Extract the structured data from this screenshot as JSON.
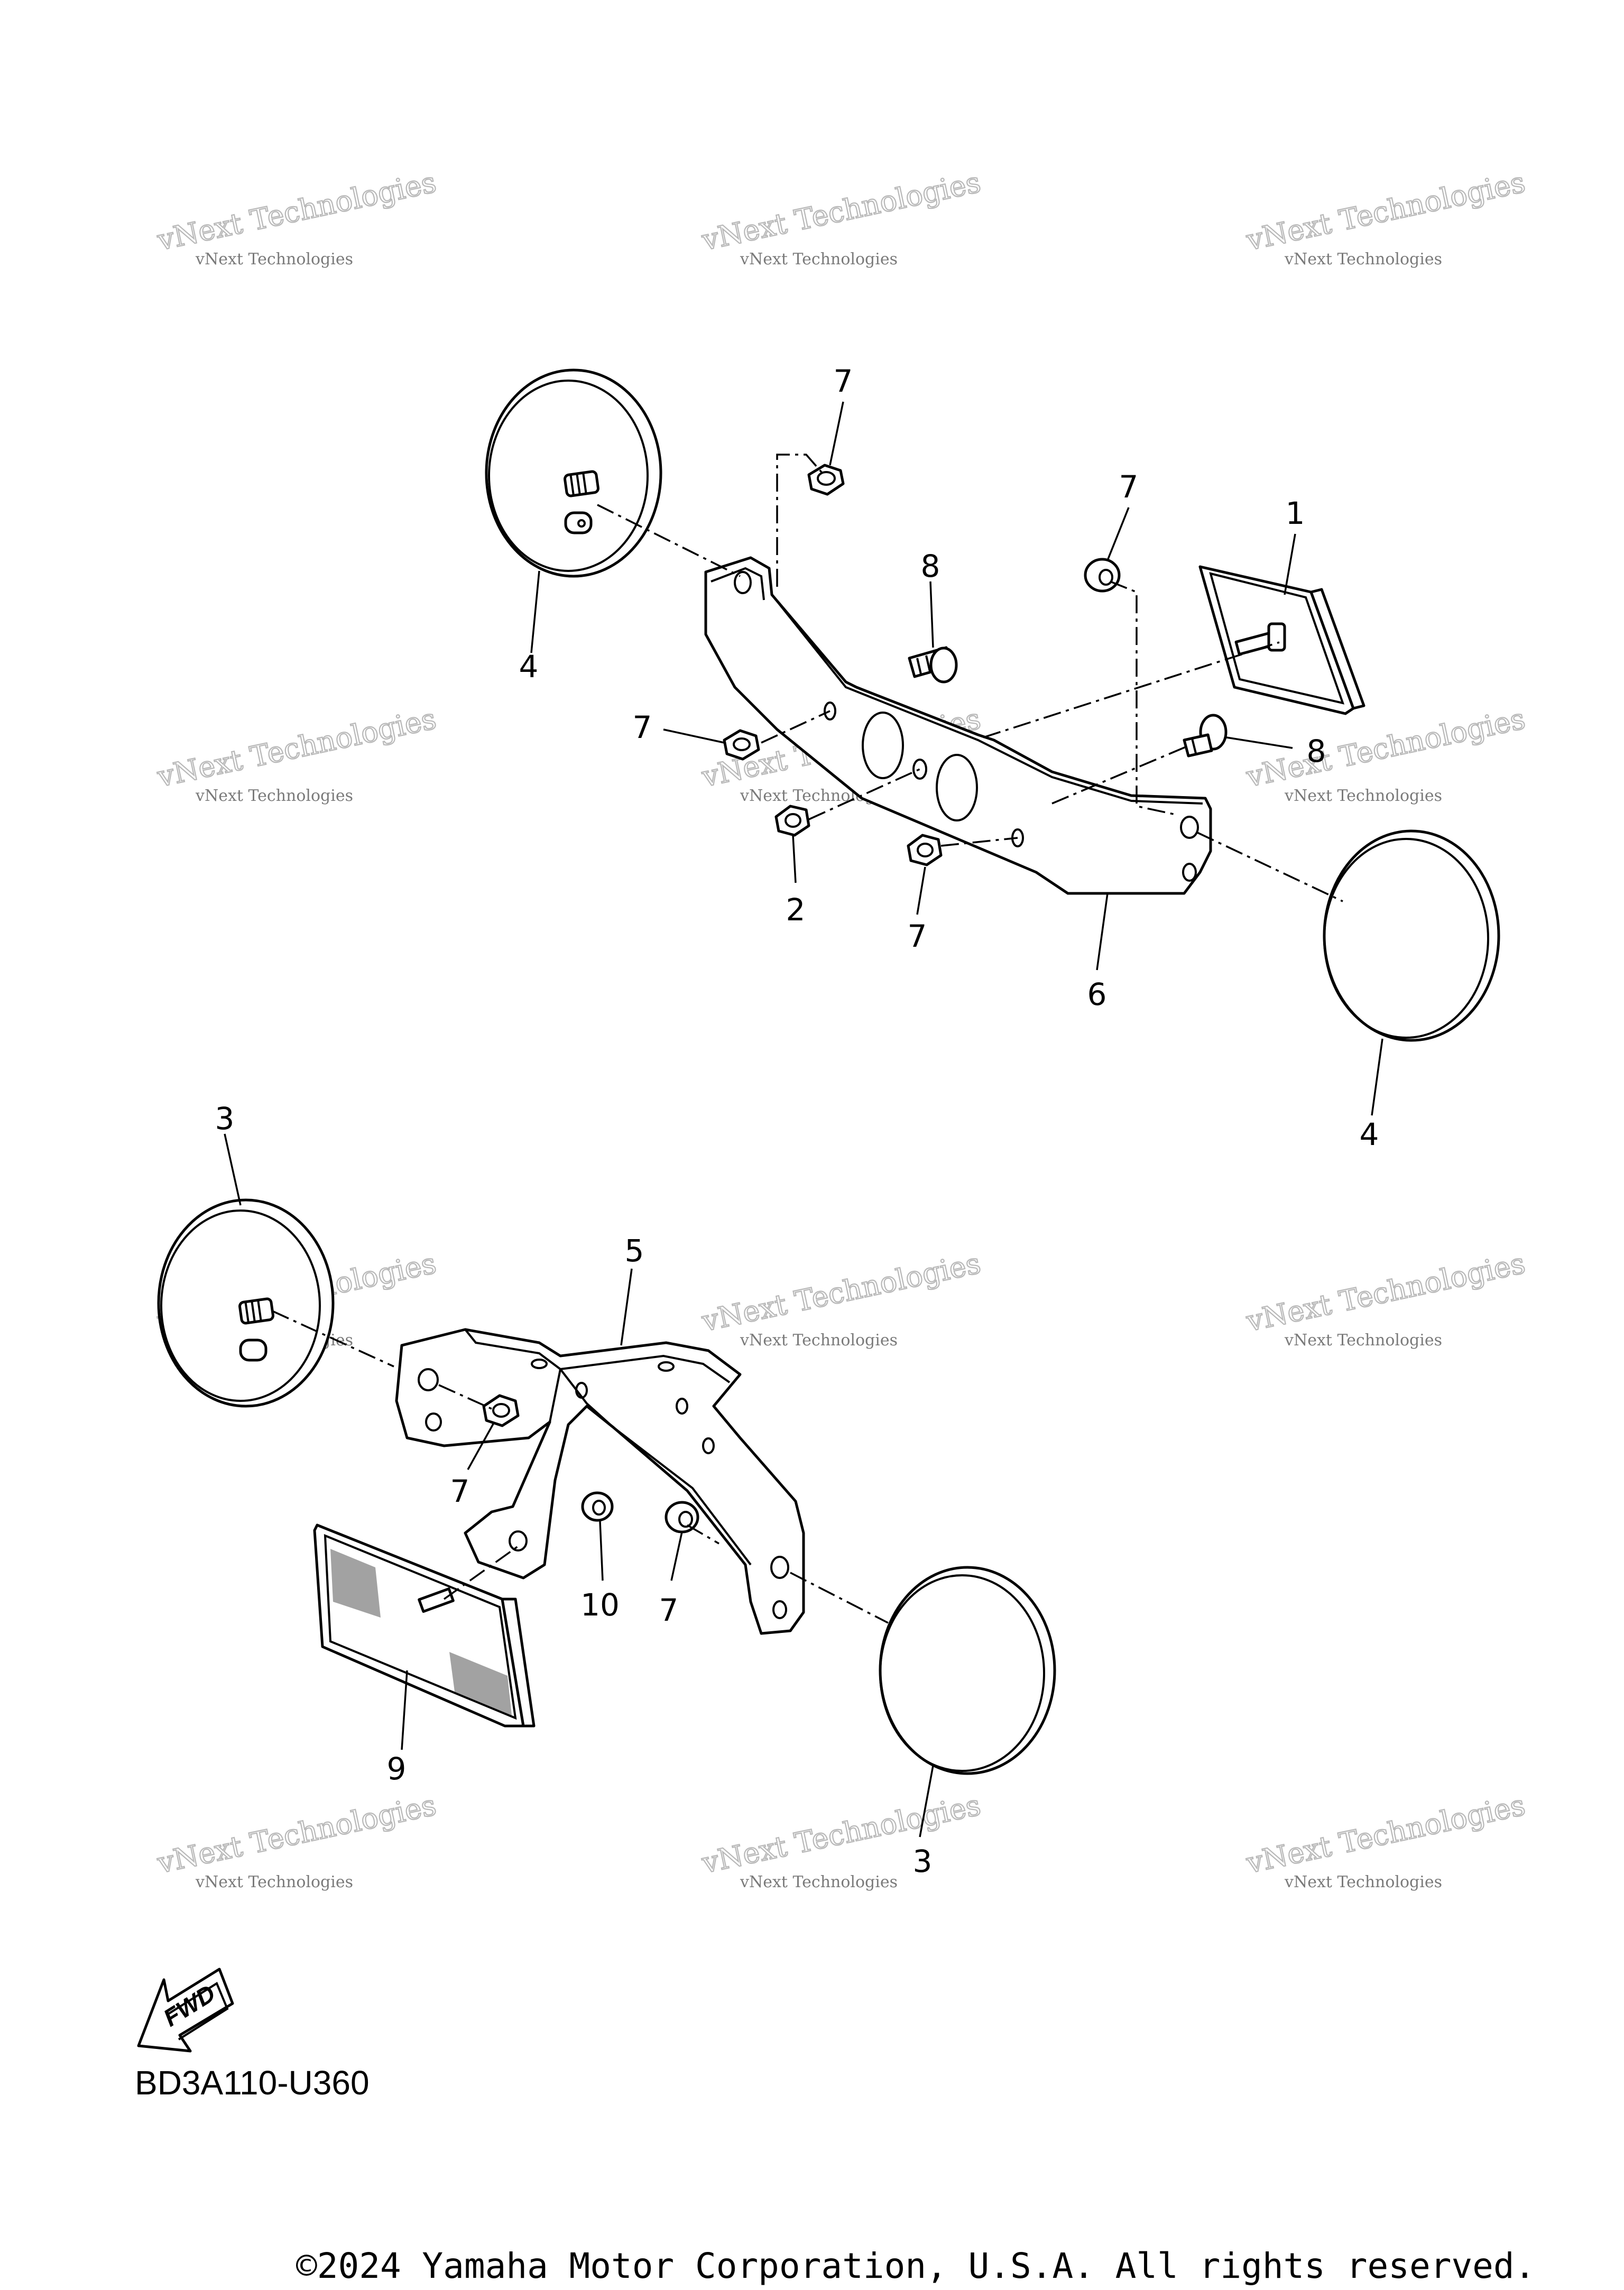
{
  "watermark": {
    "small_text": "vNext Technologies",
    "large_text": "vNext Technologies"
  },
  "callouts": [
    {
      "id": "c1",
      "label": "1"
    },
    {
      "id": "c2",
      "label": "2"
    },
    {
      "id": "c3a",
      "label": "3"
    },
    {
      "id": "c3b",
      "label": "3"
    },
    {
      "id": "c4a",
      "label": "4"
    },
    {
      "id": "c4b",
      "label": "4"
    },
    {
      "id": "c5",
      "label": "5"
    },
    {
      "id": "c6",
      "label": "6"
    },
    {
      "id": "c7a",
      "label": "7"
    },
    {
      "id": "c7b",
      "label": "7"
    },
    {
      "id": "c7c",
      "label": "7"
    },
    {
      "id": "c7d",
      "label": "7"
    },
    {
      "id": "c7e",
      "label": "7"
    },
    {
      "id": "c7f",
      "label": "7"
    },
    {
      "id": "c8a",
      "label": "8"
    },
    {
      "id": "c8b",
      "label": "8"
    },
    {
      "id": "c9",
      "label": "9"
    },
    {
      "id": "c10",
      "label": "10"
    }
  ],
  "fwd_label": "FWD",
  "diagram_code": "BD3A110-U360",
  "copyright": "©2024 Yamaha Motor Corporation, U.S.A. All rights reserved."
}
